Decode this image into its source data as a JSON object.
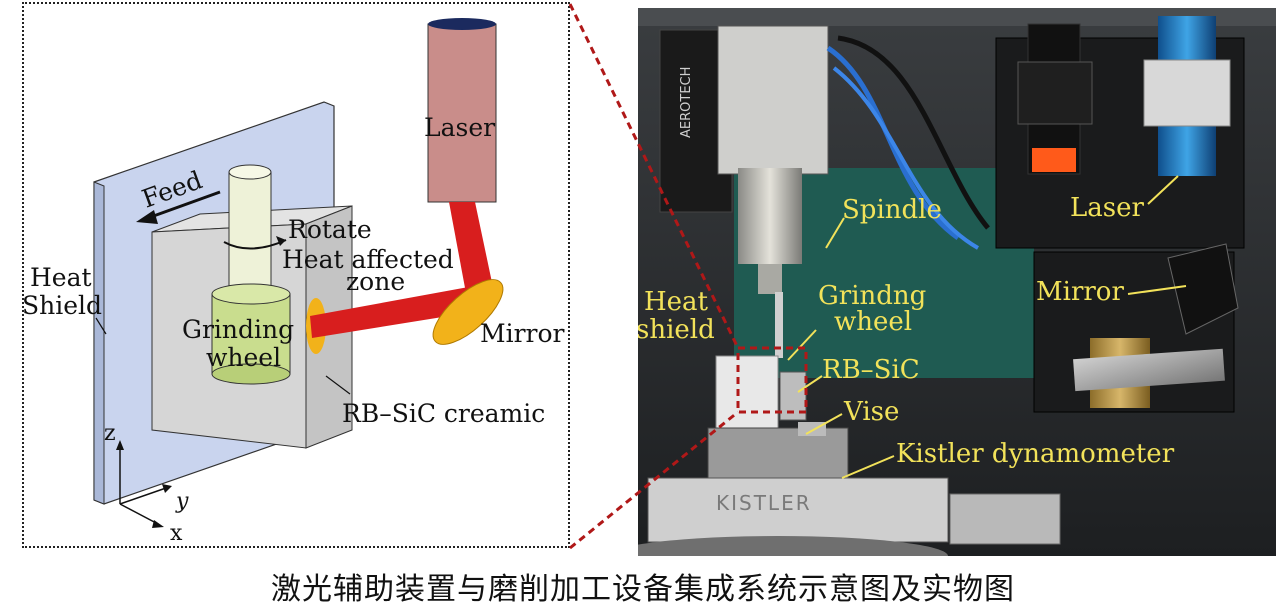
{
  "schematic": {
    "labels": {
      "laser": "Laser",
      "feed": "Feed",
      "rotate": "Rotate",
      "heat_affected_1": "Heat affected",
      "heat_affected_2": "zone",
      "heat_shield_1": "Heat",
      "heat_shield_2": "Shield",
      "grinding_wheel_1": "Grinding",
      "grinding_wheel_2": "wheel",
      "mirror": "Mirror",
      "rb_sic": "RB–SiC creamic",
      "axis_z": "z",
      "axis_y": "y",
      "axis_x": "x"
    },
    "colors": {
      "shield": "#c9d4ee",
      "block": "#d6d6d6",
      "spindle": "#eef2d8",
      "wheel": "#c9dd8e",
      "laser_tube": "#c98d8a",
      "beam": "#d81e1e",
      "mirror": "#f2b21a",
      "heat_zone": "#f2b21a"
    }
  },
  "photo": {
    "labels": {
      "spindle": "Spindle",
      "laser": "Laser",
      "mirror": "Mirror",
      "heat_shield_1": "Heat",
      "heat_shield_2": "shield",
      "grinding_wheel_1": "Grindng",
      "grinding_wheel_2": "wheel",
      "rb_sic": "RB–SiC",
      "vise": "Vise",
      "kistler": "Kistler dynamometer",
      "aerotech": "AEROTECH",
      "kistler_logo": "KISTLER"
    },
    "label_color": "#f2e25a"
  },
  "caption": "激光辅助装置与磨削加工设备集成系统示意图及实物图"
}
